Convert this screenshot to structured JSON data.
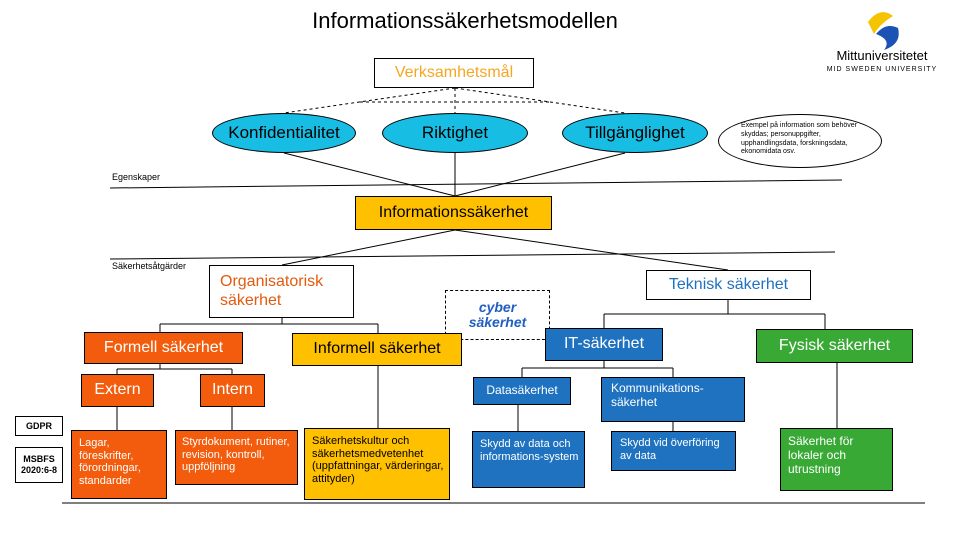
{
  "title": "Informationssäkerhetsmodellen",
  "logo": {
    "name": "Mittuniversitetet",
    "subtitle": "MID SWEDEN UNIVERSITY",
    "icon": "mid-sweden-logo-icon"
  },
  "goal": "Verksamhetsmål",
  "properties": [
    "Konfidentialitet",
    "Riktighet",
    "Tillgänglighet"
  ],
  "example_note": "Exempel på information som behöver skyddas; personuppgifter, upphandlingsdata, forskningsdata, ekonomidata osv.",
  "level_labels": {
    "properties": "Egenskaper",
    "measures": "Säkerhetsåtgärder"
  },
  "core": "Informationssäkerhet",
  "organizational": "Organisatorisk säkerhet",
  "technical": "Teknisk säkerhet",
  "cyber": "cyber säkerhet",
  "formal": "Formell säkerhet",
  "informal": "Informell säkerhet",
  "it": "IT-säkerhet",
  "physical": "Fysisk säkerhet",
  "external": "Extern",
  "internal": "Intern",
  "data_security": "Datasäkerhet",
  "comm_security": "Kommunikations-säkerhet",
  "laws": "Lagar, föreskrifter, förordningar, standarder",
  "governance": "Styrdokument, rutiner, revision, kontroll, uppföljning",
  "culture": "Säkerhetskultur och säkerhetsmedvetenhet (uppfattningar, värderingar, attityder)",
  "data_protect": "Skydd av data och informations-system",
  "transfer_protect": "Skydd vid överföring av data",
  "physical_desc": "Säkerhet för lokaler och utrustning",
  "regulations": [
    "GDPR",
    "MSBFS 2020:6-8"
  ],
  "colors": {
    "orange": "#f25c0c",
    "yellow": "#ffc000",
    "blue": "#1f72c0",
    "green": "#39a935",
    "cyan": "#17bde3",
    "goal_text": "#f5a623",
    "org_text": "#e35a0e",
    "tech_text": "#1f72c0",
    "cyber_text": "#1f5fc0"
  }
}
